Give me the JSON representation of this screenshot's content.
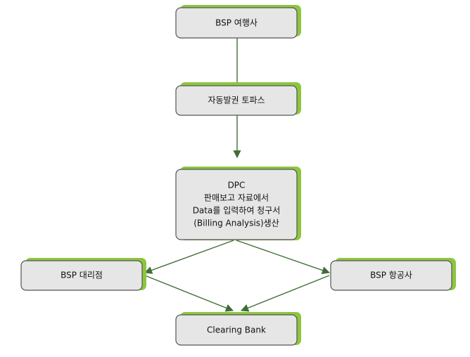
{
  "nodes": {
    "bsp_travel": {
      "label": "BSP 여행사"
    },
    "ticketing": {
      "label": "자동발권 토파스"
    },
    "dpc": {
      "lines": [
        "DPC",
        "판매보고 자료에서",
        "Data를 입력하여 청구서",
        "(Billing Analysis)생산"
      ]
    },
    "bsp_agency": {
      "label": "BSP 대리점"
    },
    "bsp_airline": {
      "label": "BSP 항공사"
    },
    "clearing_bank": {
      "label": "Clearing Bank"
    }
  },
  "colors": {
    "shadow": "#8cc63f",
    "box": "#e6e6e6",
    "edge": "#3f6e35"
  }
}
